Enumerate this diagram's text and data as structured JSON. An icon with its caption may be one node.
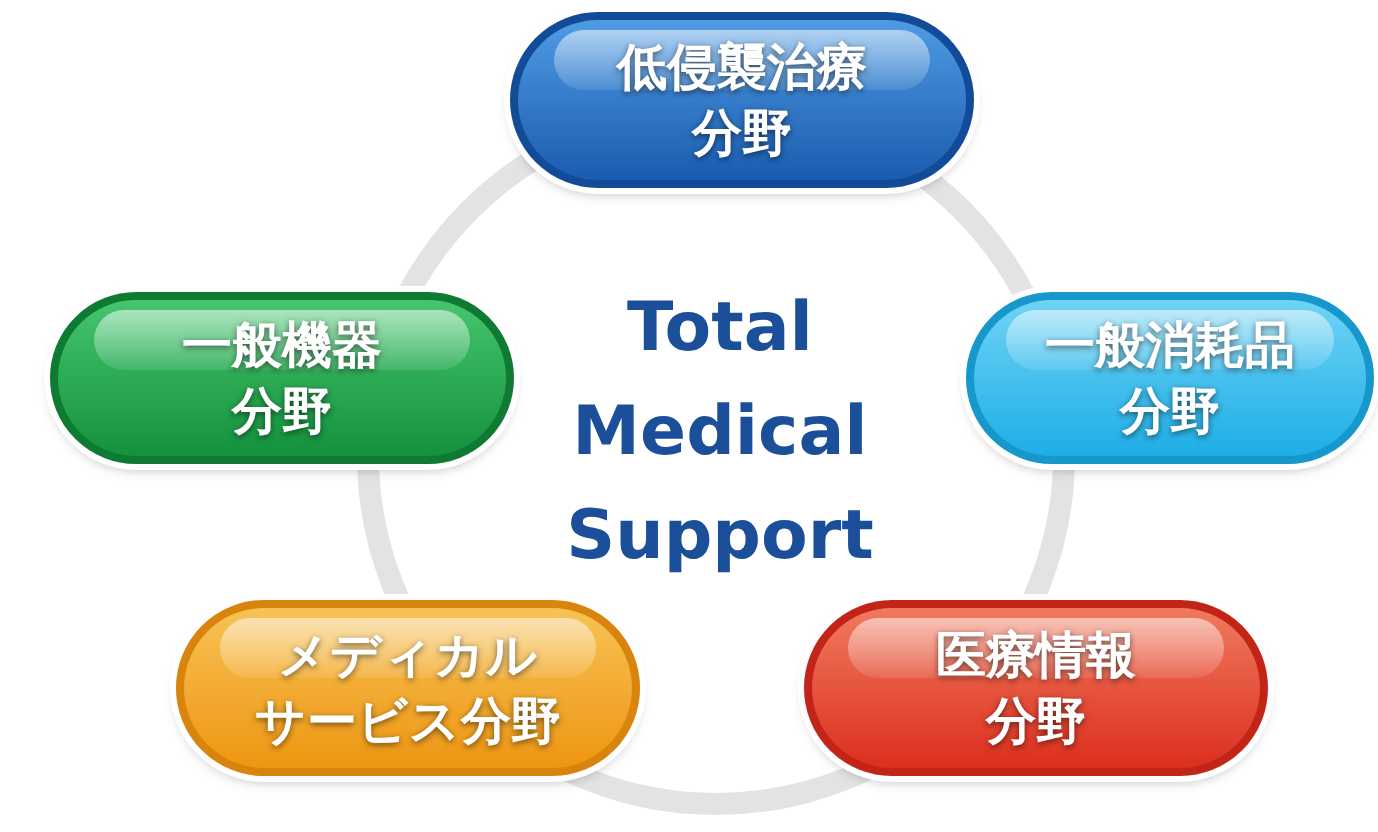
{
  "diagram": {
    "nodes": [
      {
        "text": [
          "低侵襲治療分野"
        ]
      },
      {
        "text": [
          "一般機器分野"
        ]
      },
      {
        "text": [
          "一般消耗品分野"
        ]
      },
      {
        "text": [
          "メディカルサービス分野"
        ]
      },
      {
        "text": [
          "医療情報分野"
        ]
      }
    ],
    "labels": [
      "Total Medical Support"
    ]
  }
}
